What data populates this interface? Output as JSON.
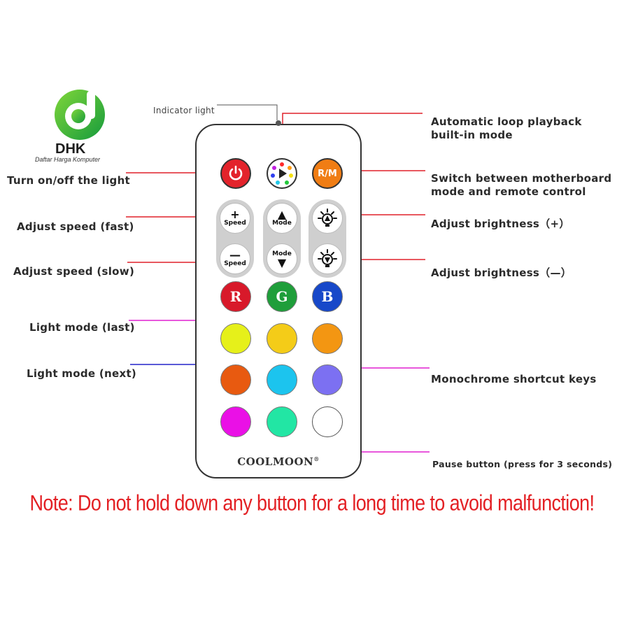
{
  "logo": {
    "name": "DHK",
    "subtitle": "Daftar Harga Komputer"
  },
  "labels": {
    "indicator_light": "Indicator light",
    "auto_loop": "Automatic loop playback",
    "auto_loop_2": "built-in mode",
    "power": "Turn on/off the light",
    "switch_mode": "Switch between motherboard",
    "switch_mode_2": "mode and remote control",
    "speed_fast": "Adjust speed (fast)",
    "brightness_up": "Adjust brightness（+）",
    "speed_slow": "Adjust speed (slow)",
    "brightness_down": "Adjust brightness（—）",
    "mode_last": "Light mode (last)",
    "mode_next": "Light mode (next)",
    "monochrome": "Monochrome shortcut keys",
    "pause": "Pause button (press for 3 seconds)"
  },
  "remote": {
    "rm_label": "R/M",
    "speed_plus_symbol": "+",
    "speed_minus_symbol": "—",
    "speed_text": "Speed",
    "mode_text": "Mode",
    "mode_up_symbol": "▲",
    "mode_down_symbol": "▼",
    "color_r": "R",
    "color_g": "G",
    "color_b": "B",
    "brand": "COOLMOON",
    "brand_mark": "®"
  },
  "colors": {
    "power": "#e3232b",
    "rm": "#f07d14",
    "r": "#d8192a",
    "g": "#1f9e3a",
    "b": "#1748c9",
    "yellow_green": "#e6f01a",
    "yellow": "#f4cc18",
    "orange": "#f39612",
    "dark_orange": "#e85a10",
    "cyan": "#1cc4ee",
    "violet": "#7c70f2",
    "magenta": "#ea10e6",
    "mint": "#22e6a4",
    "white": "#ffffff",
    "leader_red": "#e0202a",
    "leader_magenta": "#e020d0",
    "leader_blue": "#2222c8"
  },
  "note": "Note: Do not hold down any button for a long time to avoid malfunction!"
}
